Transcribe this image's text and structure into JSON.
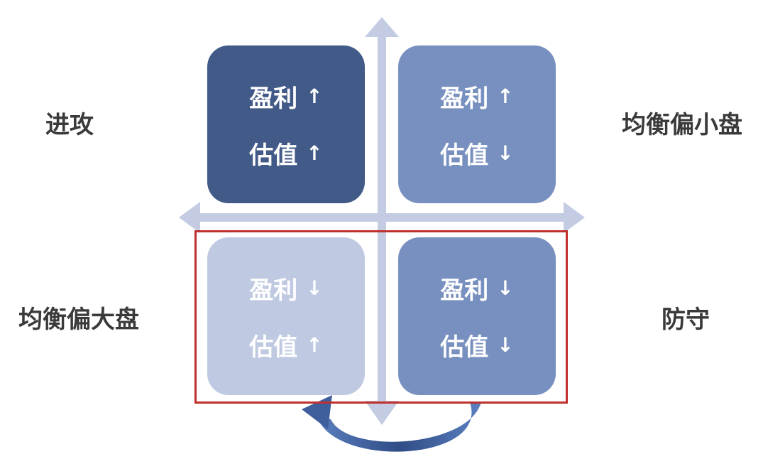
{
  "quadrants": [
    {
      "id": "top-left",
      "color": "#415a87",
      "text_color": "#ffffff",
      "line1": {
        "label": "盈利",
        "arrow": "↑"
      },
      "line2": {
        "label": "估值",
        "arrow": "↑"
      }
    },
    {
      "id": "top-right",
      "color": "#7890bf",
      "text_color": "#ffffff",
      "line1": {
        "label": "盈利",
        "arrow": "↑"
      },
      "line2": {
        "label": "估值",
        "arrow": "↓"
      }
    },
    {
      "id": "bottom-left",
      "color": "#bfc9e1",
      "text_color": "#ffffff",
      "line1": {
        "label": "盈利",
        "arrow": "↓"
      },
      "line2": {
        "label": "估值",
        "arrow": "↑"
      }
    },
    {
      "id": "bottom-right",
      "color": "#7890bf",
      "text_color": "#ffffff",
      "line1": {
        "label": "盈利",
        "arrow": "↓"
      },
      "line2": {
        "label": "估值",
        "arrow": "↓"
      }
    }
  ],
  "labels": {
    "top_left": "进攻",
    "top_right": "均衡偏小盘",
    "bottom_left": "均衡偏大盘",
    "bottom_right": "防守"
  },
  "colors": {
    "axis": "#c3cce3",
    "highlight_border": "#c0302c",
    "curved_arrow": "#3f5f9c",
    "label_text": "#3a3a3a"
  }
}
